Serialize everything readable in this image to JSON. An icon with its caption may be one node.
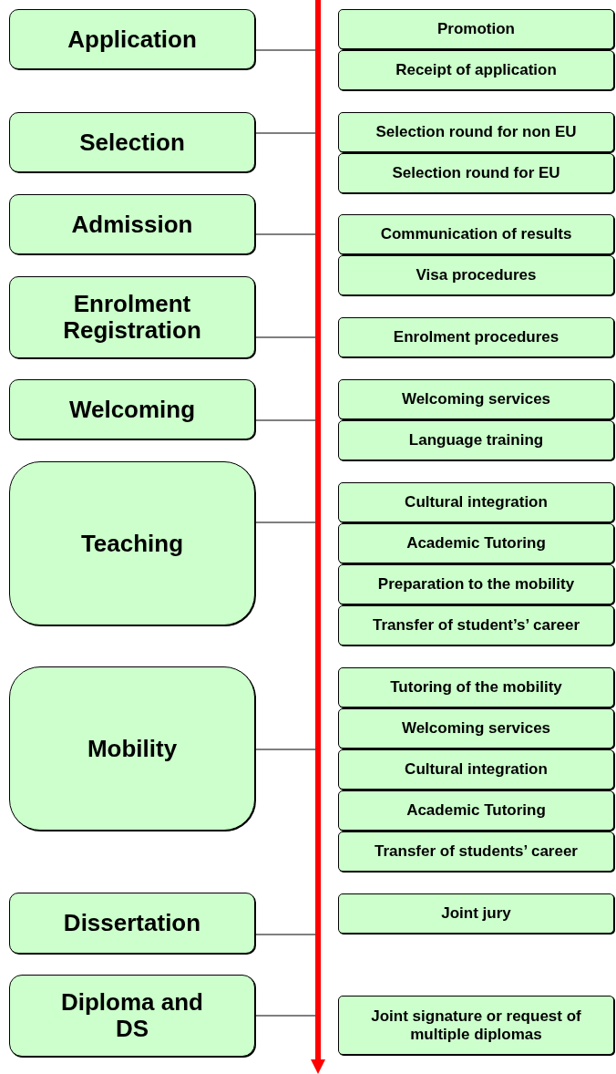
{
  "diagram": {
    "nodes": [
      {
        "text": [
          "Application"
        ]
      },
      {
        "text": [
          "Promotion"
        ]
      },
      {
        "text": [
          "Receipt of application"
        ]
      },
      {
        "text": [
          "Selection"
        ]
      },
      {
        "text": [
          "Selection round for non EU"
        ]
      },
      {
        "text": [
          "Selection round for EU"
        ]
      },
      {
        "text": [
          "Admission"
        ]
      },
      {
        "text": [
          "Communication of results"
        ]
      },
      {
        "text": [
          "Visa procedures"
        ]
      },
      {
        "text": [
          "Enrolment Registration"
        ]
      },
      {
        "text": [
          "Enrolment procedures"
        ]
      },
      {
        "text": [
          "Welcoming"
        ]
      },
      {
        "text": [
          "Welcoming services"
        ]
      },
      {
        "text": [
          "Language training"
        ]
      },
      {
        "text": [
          "Teaching"
        ]
      },
      {
        "text": [
          "Cultural integration"
        ]
      },
      {
        "text": [
          "Academic Tutoring"
        ]
      },
      {
        "text": [
          "Preparation to the mobility"
        ]
      },
      {
        "text": [
          "Transfer of student’s’ career"
        ]
      },
      {
        "text": [
          "Mobility"
        ]
      },
      {
        "text": [
          "Tutoring of the mobility"
        ]
      },
      {
        "text": [
          "Welcoming services"
        ]
      },
      {
        "text": [
          "Cultural integration"
        ]
      },
      {
        "text": [
          "Academic Tutoring"
        ]
      },
      {
        "text": [
          "Transfer of students’ career"
        ]
      },
      {
        "text": [
          "Dissertation"
        ]
      },
      {
        "text": [
          "Joint jury"
        ]
      },
      {
        "text": [
          "Diploma and DS"
        ]
      },
      {
        "text": [
          "Joint signature or request of multiple diplomas"
        ]
      },
      {
        "text": [],
        "shape": "arrow"
      }
    ],
    "edges": [
      {
        "from": 0,
        "to": 29,
        "arrow": "none"
      },
      {
        "from": 3,
        "to": 29,
        "arrow": "none"
      },
      {
        "from": 6,
        "to": 29,
        "arrow": "none"
      },
      {
        "from": 9,
        "to": 29,
        "arrow": "none"
      },
      {
        "from": 11,
        "to": 29,
        "arrow": "none"
      },
      {
        "from": 14,
        "to": 29,
        "arrow": "none"
      },
      {
        "from": 19,
        "to": 29,
        "arrow": "none"
      },
      {
        "from": 25,
        "to": 29,
        "arrow": "none"
      },
      {
        "from": 27,
        "to": 29,
        "arrow": "none"
      }
    ]
  }
}
